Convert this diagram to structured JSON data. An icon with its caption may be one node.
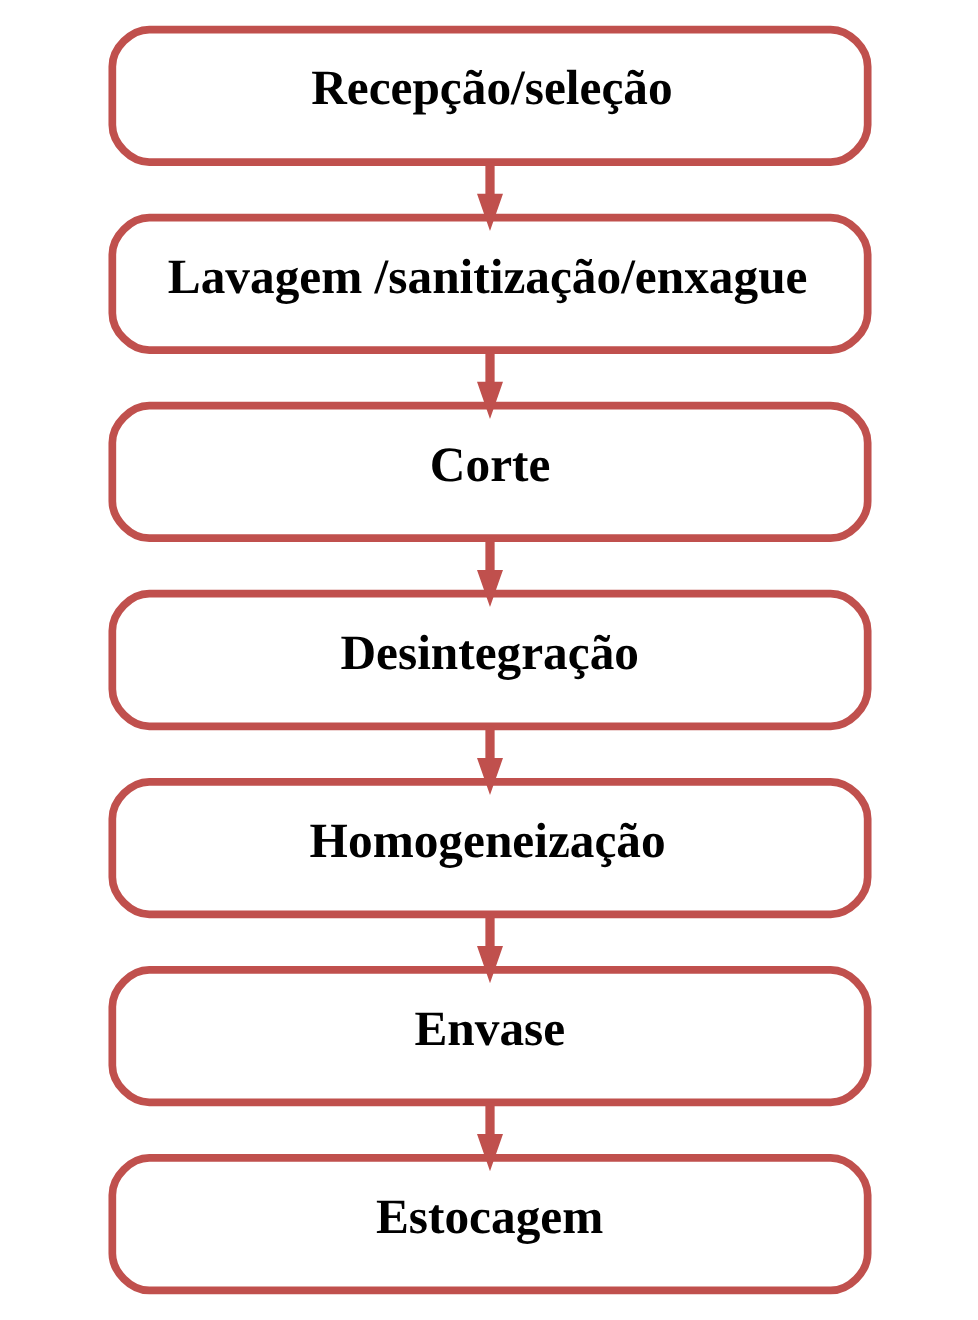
{
  "diagram": {
    "nodes": [
      {
        "text": [
          "Recepção/seleção"
        ]
      },
      {
        "text": [
          "Lavagem /sanitização/enxague"
        ]
      },
      {
        "text": [
          "Corte"
        ]
      },
      {
        "text": [
          "Desintegração"
        ]
      },
      {
        "text": [
          "Homogeneização"
        ]
      },
      {
        "text": [
          "Envase"
        ]
      },
      {
        "text": [
          "Estocagem"
        ]
      }
    ],
    "edges": [
      {
        "from": 0,
        "to": 1,
        "arrow": "to"
      },
      {
        "from": 1,
        "to": 2,
        "arrow": "to"
      },
      {
        "from": 2,
        "to": 3,
        "arrow": "to"
      },
      {
        "from": 3,
        "to": 4,
        "arrow": "to"
      },
      {
        "from": 4,
        "to": 5,
        "arrow": "to"
      },
      {
        "from": 5,
        "to": 6,
        "arrow": "to"
      }
    ]
  }
}
